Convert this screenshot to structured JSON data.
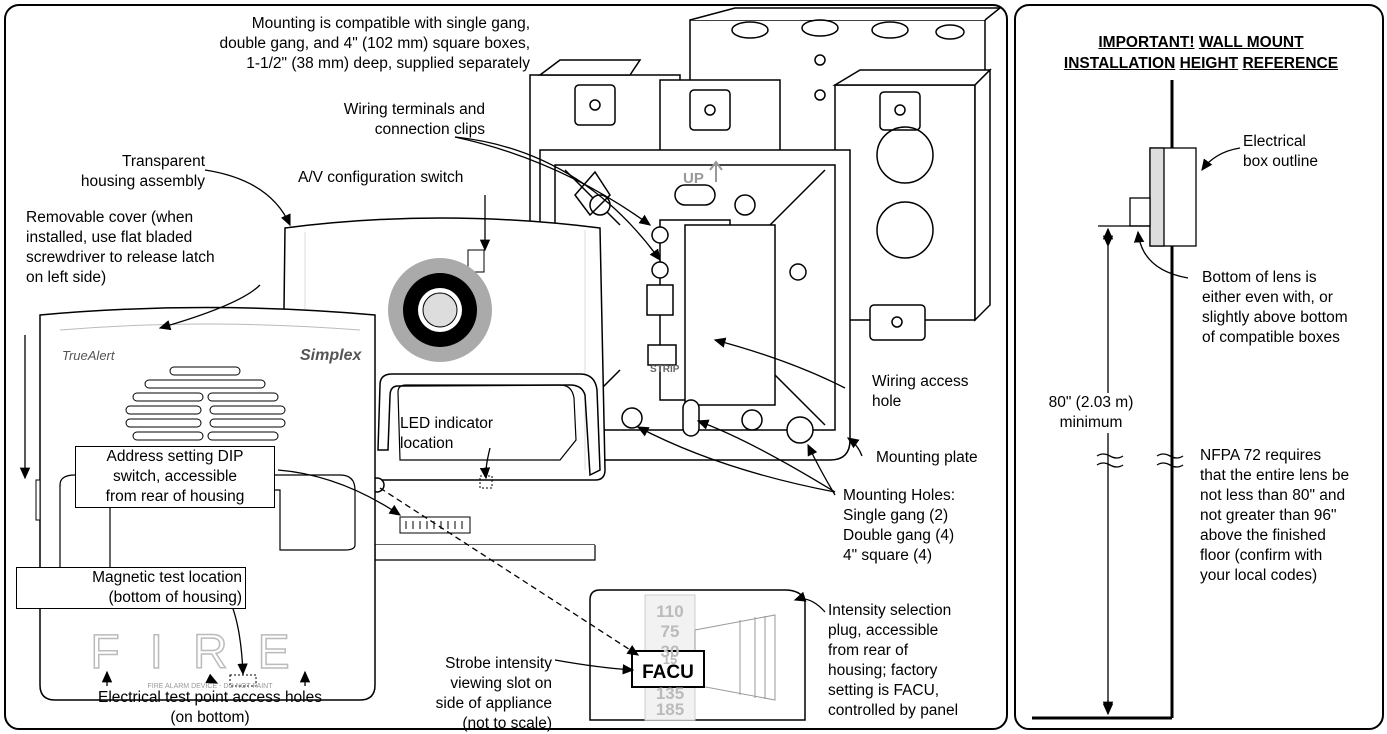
{
  "left_panel": {
    "labels": {
      "mounting": "Mounting is compatible with single gang,\ndouble gang, and 4\" (102 mm) square boxes,\n1-1/2\" (38 mm) deep, supplied separately",
      "wiring_terminals": "Wiring terminals and\nconnection clips",
      "transparent_housing": "Transparent\nhousing assembly",
      "av_switch": "A/V configuration switch",
      "removable_cover": "Removable cover (when\ninstalled, use flat bladed\nscrewdriver to release latch\non left side)",
      "wiring_access": "Wiring access\nhole",
      "led_indicator": "LED indicator\nlocation",
      "address_dip": "Address setting DIP\nswitch, accessible\nfrom rear of housing",
      "mounting_plate": "Mounting plate",
      "mounting_holes": "Mounting Holes:\nSingle gang (2)\nDouble gang (4)\n4\" square (4)",
      "magnetic_test": "Magnetic test location\n(bottom of housing)",
      "intensity_plug": "Intensity selection\nplug, accessible\nfrom rear of\nhousing; factory\nsetting is FACU,\ncontrolled by panel",
      "strobe_slot": "Strobe intensity\nviewing slot on\nside of appliance\n(not to scale)",
      "test_points": "Electrical test point access holes\n(on bottom)"
    },
    "device": {
      "brand_left": "TrueAlert",
      "brand_right": "Simplex",
      "fire_text": "FIRE",
      "fine_print": "FIRE ALARM DEVICE - DO NOT PAINT",
      "plate_up": "UP",
      "plate_strip": "STRIP"
    },
    "intensity_values": [
      "110",
      "75",
      "30",
      "15",
      "FACU",
      "135",
      "185"
    ]
  },
  "right_panel": {
    "title_1": "IMPORTANT!",
    "title_2": "WALL MOUNT",
    "title_3": "INSTALLATION",
    "title_4": "HEIGHT",
    "title_5": "REFERENCE",
    "box_outline": "Electrical\nbox outline",
    "lens_bottom": "Bottom of lens is\neither even with, or\nslightly above bottom\nof compatible boxes",
    "height": "80\" (2.03 m)\nminimum",
    "nfpa": "NFPA 72 requires\nthat the entire lens be\nnot less than 80\" and\nnot greater than 96\"\nabove the finished\nfloor (confirm with\nyour local codes)"
  }
}
